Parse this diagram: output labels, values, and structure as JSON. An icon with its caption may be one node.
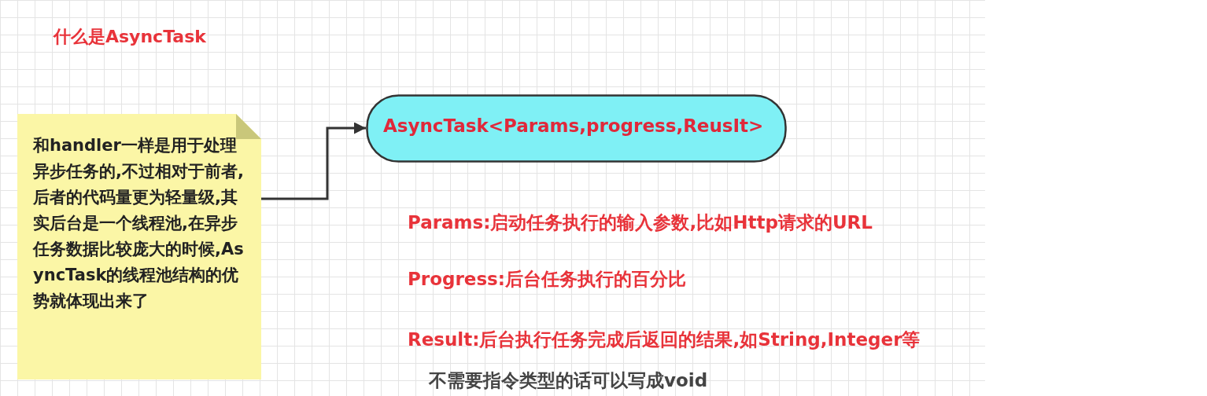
{
  "diagram": {
    "title": "什么是AsyncTask",
    "nodes": [
      {
        "text": [
          "和handler一样是用于处理异步任务的,不过相对于前者,后者的代码量更为轻量级,其实后台是一个线程池,在异步任务数据比较庞大的时候,AsyncTask的线程池结构的优势就体现出来了"
        ]
      },
      {
        "text": [
          "AsyncTask<Params,progress,ReusIt>"
        ]
      }
    ],
    "edges": [
      {
        "from": 0,
        "to": 1,
        "arrow": "to"
      }
    ],
    "labels": [
      "Params:启动任务执行的输入参数,比如Http请求的URL",
      "Progress:后台任务执行的百分比",
      "Result:后台执行任务完成后返回的结果,如String,Integer等",
      "不需要指令类型的话可以写成void"
    ]
  }
}
